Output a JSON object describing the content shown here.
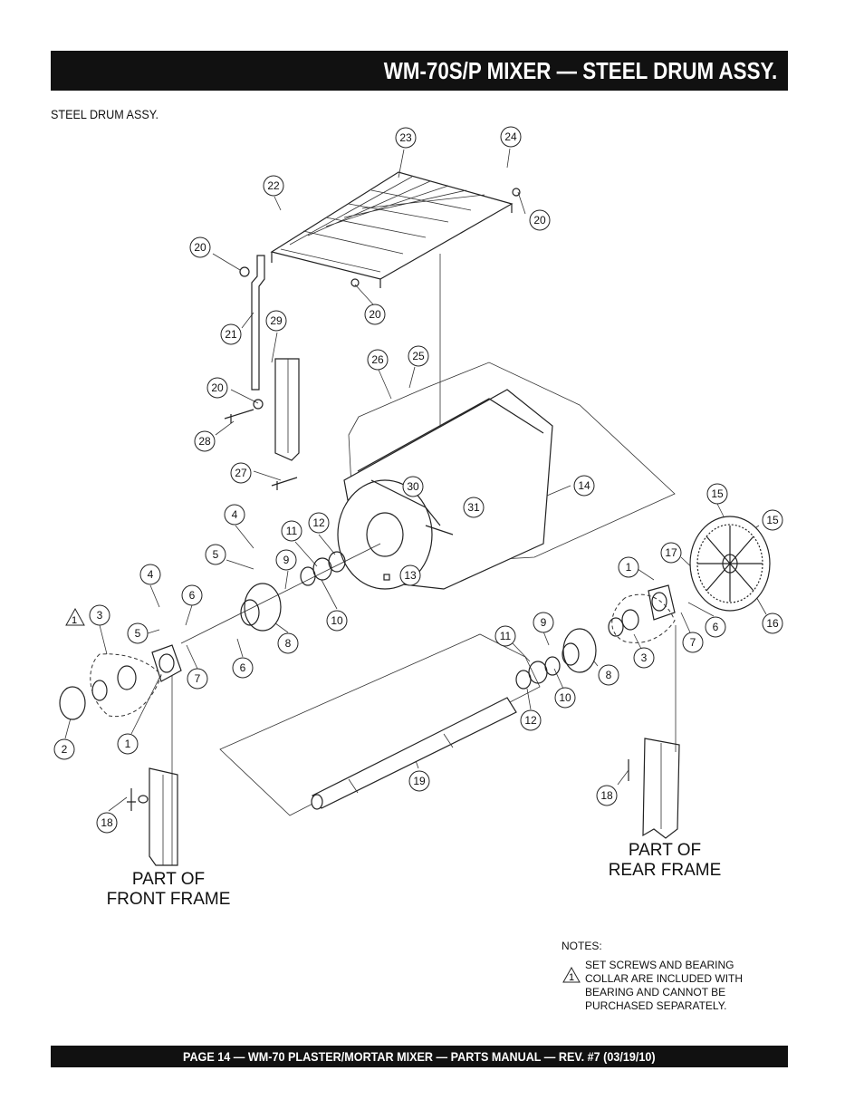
{
  "header": {
    "title": "WM-70S/P MIXER  — STEEL DRUM ASSY."
  },
  "section": {
    "label": "STEEL DRUM ASSY."
  },
  "callouts": [
    "1",
    "1",
    "2",
    "3",
    "3",
    "4",
    "4",
    "5",
    "5",
    "6",
    "6",
    "6",
    "7",
    "7",
    "8",
    "8",
    "9",
    "9",
    "10",
    "10",
    "11",
    "11",
    "12",
    "12",
    "13",
    "14",
    "15",
    "15",
    "16",
    "17",
    "18",
    "18",
    "19",
    "20",
    "20",
    "20",
    "20",
    "21",
    "22",
    "23",
    "24",
    "25",
    "26",
    "27",
    "28",
    "29",
    "30",
    "31"
  ],
  "frame_labels": {
    "front": [
      "PART OF",
      "FRONT FRAME"
    ],
    "rear": [
      "PART OF",
      "REAR FRAME"
    ]
  },
  "notes": {
    "title": "NOTES:",
    "note_number": "1",
    "lines": [
      "SET SCREWS AND BEARING",
      "COLLAR ARE INCLUDED WITH",
      "BEARING AND CANNOT BE",
      "PURCHASED SEPARATELY."
    ]
  },
  "warning_marker": "1",
  "footer": {
    "text": "PAGE 14 — WM-70 PLASTER/MORTAR  MIXER — PARTS MANUAL — REV. #7 (03/19/10)"
  }
}
